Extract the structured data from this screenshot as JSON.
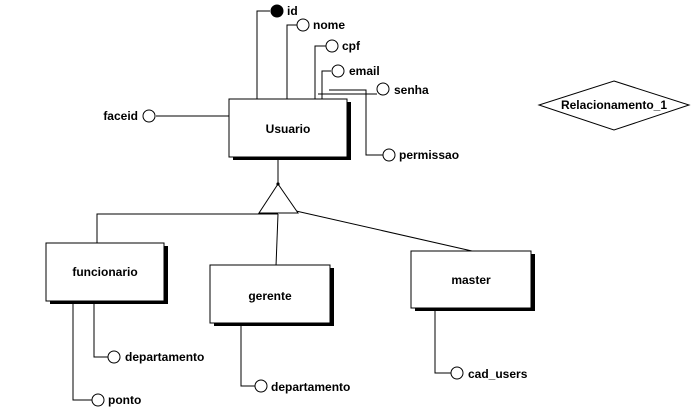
{
  "diagram": {
    "entities": {
      "usuario": "Usuario",
      "funcionario": "funcionario",
      "gerente": "gerente",
      "master": "master"
    },
    "attributes": {
      "id": "id",
      "nome": "nome",
      "cpf": "cpf",
      "email": "email",
      "senha": "senha",
      "permissao": "permissao",
      "faceid": "faceid",
      "func_departamento": "departamento",
      "func_ponto": "ponto",
      "gerente_departamento": "departamento",
      "master_cad_users": "cad_users"
    },
    "relationships": {
      "rel1": "Relacionamento_1"
    },
    "key_attributes": [
      "id"
    ],
    "colors": {
      "line": "#000000",
      "fill": "#ffffff",
      "shadow": "#000000"
    }
  }
}
